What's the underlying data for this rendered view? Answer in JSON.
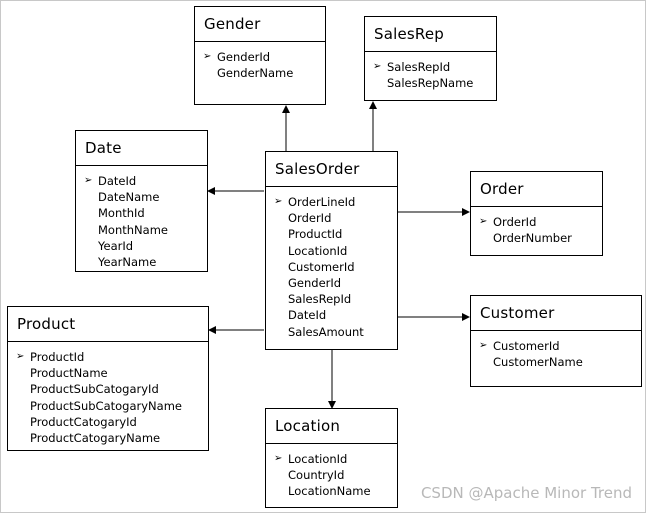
{
  "entities": {
    "gender": {
      "name": "Gender",
      "fields": [
        "GenderId",
        "GenderName"
      ]
    },
    "salesrep": {
      "name": "SalesRep",
      "fields": [
        "SalesRepId",
        "SalesRepName"
      ]
    },
    "date": {
      "name": "Date",
      "fields": [
        "DateId",
        "DateName",
        "MonthId",
        "MonthName",
        "YearId",
        "YearName"
      ]
    },
    "salesorder": {
      "name": "SalesOrder",
      "fields": [
        "OrderLineId",
        "OrderId",
        "ProductId",
        "LocationId",
        "CustomerId",
        "GenderId",
        "SalesRepId",
        "DateId",
        "SalesAmount"
      ]
    },
    "order": {
      "name": "Order",
      "fields": [
        "OrderId",
        "OrderNumber"
      ]
    },
    "product": {
      "name": "Product",
      "fields": [
        "ProductId",
        "ProductName",
        "ProductSubCatogaryId",
        "ProductSubCatogaryName",
        "ProductCatogaryId",
        "ProductCatogaryName"
      ]
    },
    "customer": {
      "name": "Customer",
      "fields": [
        "CustomerId",
        "CustomerName"
      ]
    },
    "location": {
      "name": "Location",
      "fields": [
        "LocationId",
        "CountryId",
        "LocationName"
      ]
    }
  },
  "watermark": "CSDN @Apache Minor Trend",
  "icons": {
    "primary_key": "arrowhead-right-icon"
  }
}
